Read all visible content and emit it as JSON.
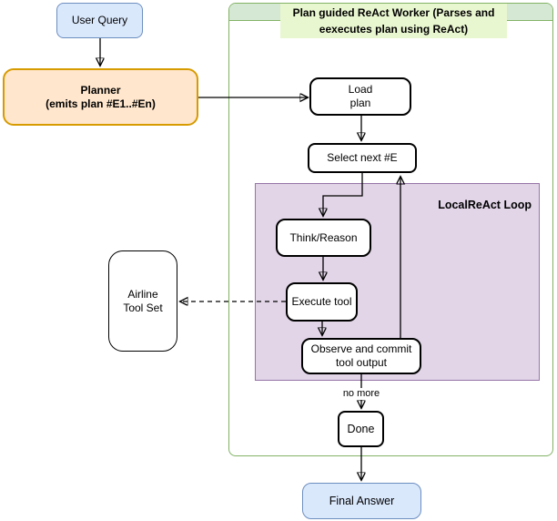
{
  "worker": {
    "title_line1": "Plan guided ReAct Worker",
    "title_line2": "(Parses and eexecutes plan using ReAct)",
    "loop_label": "LocalReAct Loop"
  },
  "nodes": {
    "user_query": {
      "label": "User Query"
    },
    "planner": {
      "line1": "Planner",
      "line2": "(emits plan #E1..#En)"
    },
    "load_plan": {
      "line1": "Load",
      "line2": "plan"
    },
    "select_next": {
      "label": "Select next #E"
    },
    "think_reason": {
      "label": "Think/Reason"
    },
    "execute_tool": {
      "label": "Execute tool"
    },
    "observe": {
      "line1": "Observe and commit",
      "line2": "tool output"
    },
    "airline_tool_set": {
      "line1": "Airline",
      "line2": "Tool Set"
    },
    "done": {
      "label": "Done"
    },
    "final_answer": {
      "label": "Final Answer"
    }
  },
  "edge_labels": {
    "no_more": "no more"
  },
  "edges": [
    {
      "from": "user_query",
      "to": "planner",
      "style": "solid"
    },
    {
      "from": "planner",
      "to": "load_plan",
      "style": "solid"
    },
    {
      "from": "load_plan",
      "to": "select_next",
      "style": "solid"
    },
    {
      "from": "select_next",
      "to": "think_reason",
      "style": "solid"
    },
    {
      "from": "think_reason",
      "to": "execute_tool",
      "style": "solid"
    },
    {
      "from": "execute_tool",
      "to": "observe",
      "style": "solid"
    },
    {
      "from": "execute_tool",
      "to": "airline_tool_set",
      "style": "dashed"
    },
    {
      "from": "observe",
      "to": "select_next",
      "style": "solid"
    },
    {
      "from": "observe",
      "to": "done",
      "style": "solid",
      "label": "no more"
    },
    {
      "from": "done",
      "to": "final_answer",
      "style": "solid"
    }
  ],
  "colors": {
    "node_blue_fill": "#dae8fc",
    "node_blue_border": "#6c8ebf",
    "planner_fill": "#ffe6cc",
    "planner_border": "#d79b00",
    "container_border": "#82b366",
    "container_header_fill": "#d5e8d4",
    "title_highlight_fill": "#e9f7d0",
    "loop_fill": "#e1d5e7",
    "loop_border": "#9673a6",
    "edge_color": "#000000"
  }
}
